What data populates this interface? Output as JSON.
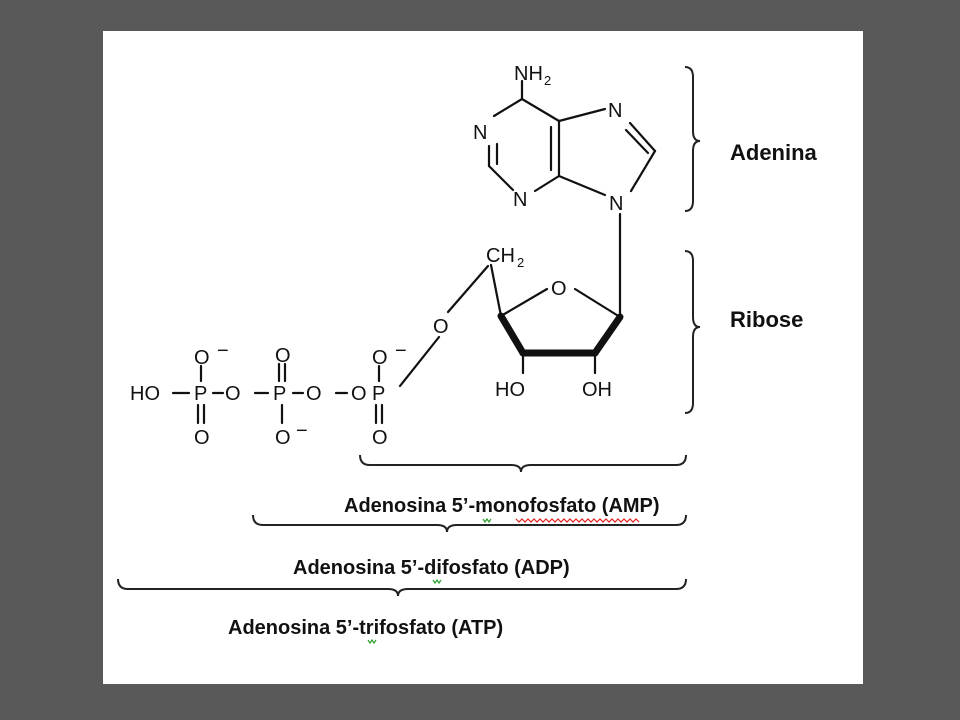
{
  "atoms": {
    "nh2": "NH",
    "nh2_sub": "2",
    "n1": "N",
    "n3": "N",
    "n7": "N",
    "n9": "N",
    "ch2": "CH",
    "ch2_sub": "2",
    "ring_o": "O",
    "bridge_o": "O",
    "ho_ribose": "HO",
    "oh_ribose": "OH",
    "ho_phosphate": "HO",
    "p_gamma": "P",
    "p_beta": "P",
    "p_alpha": "P",
    "o_link1": "O",
    "o_link2": "O",
    "o_link3": "O",
    "o_gamma_top": "O",
    "o_gamma_bottom": "O",
    "o_beta_top": "O",
    "o_beta_bottom": "O",
    "o_alpha_top": "O",
    "o_alpha_bottom": "O",
    "minus": "−"
  },
  "labels": {
    "adenina": "Adenina",
    "ribose": "Ribose",
    "amp": "Adenosina 5’-monofosfato (AMP)",
    "adp": "Adenosina 5’-difosfato (ADP)",
    "atp": "Adenosina 5’-trifosfato (ATP)"
  },
  "colors": {
    "backdrop": "#595959",
    "slide": "#ffffff",
    "ink": "#111111",
    "spellcheck_red": "#e0201c",
    "grammar_green": "#2ea02e"
  }
}
